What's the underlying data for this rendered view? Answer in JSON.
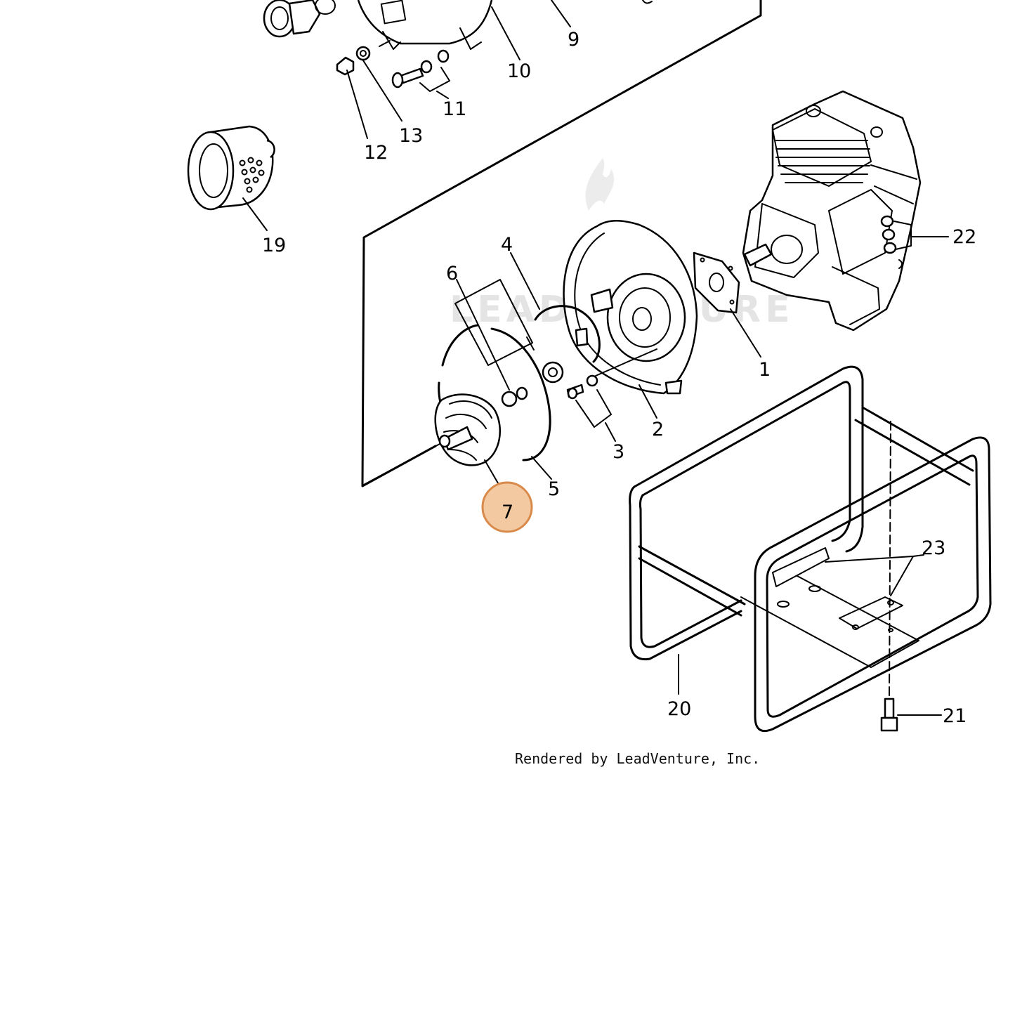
{
  "diagram": {
    "watermark": "LEADVENTURE",
    "credit": "Rendered by LeadVenture, Inc.",
    "highlight_color": "#f2c9a0",
    "highlight_stroke": "#d9894a",
    "callouts": {
      "c1": "1",
      "c2": "2",
      "c3": "3",
      "c4": "4",
      "c5": "5",
      "c6": "6",
      "c7": "7",
      "c9": "9",
      "c10": "10",
      "c11": "11",
      "c12": "12",
      "c13": "13",
      "c19": "19",
      "c20": "20",
      "c21": "21",
      "c22": "22",
      "c23": "23"
    }
  }
}
